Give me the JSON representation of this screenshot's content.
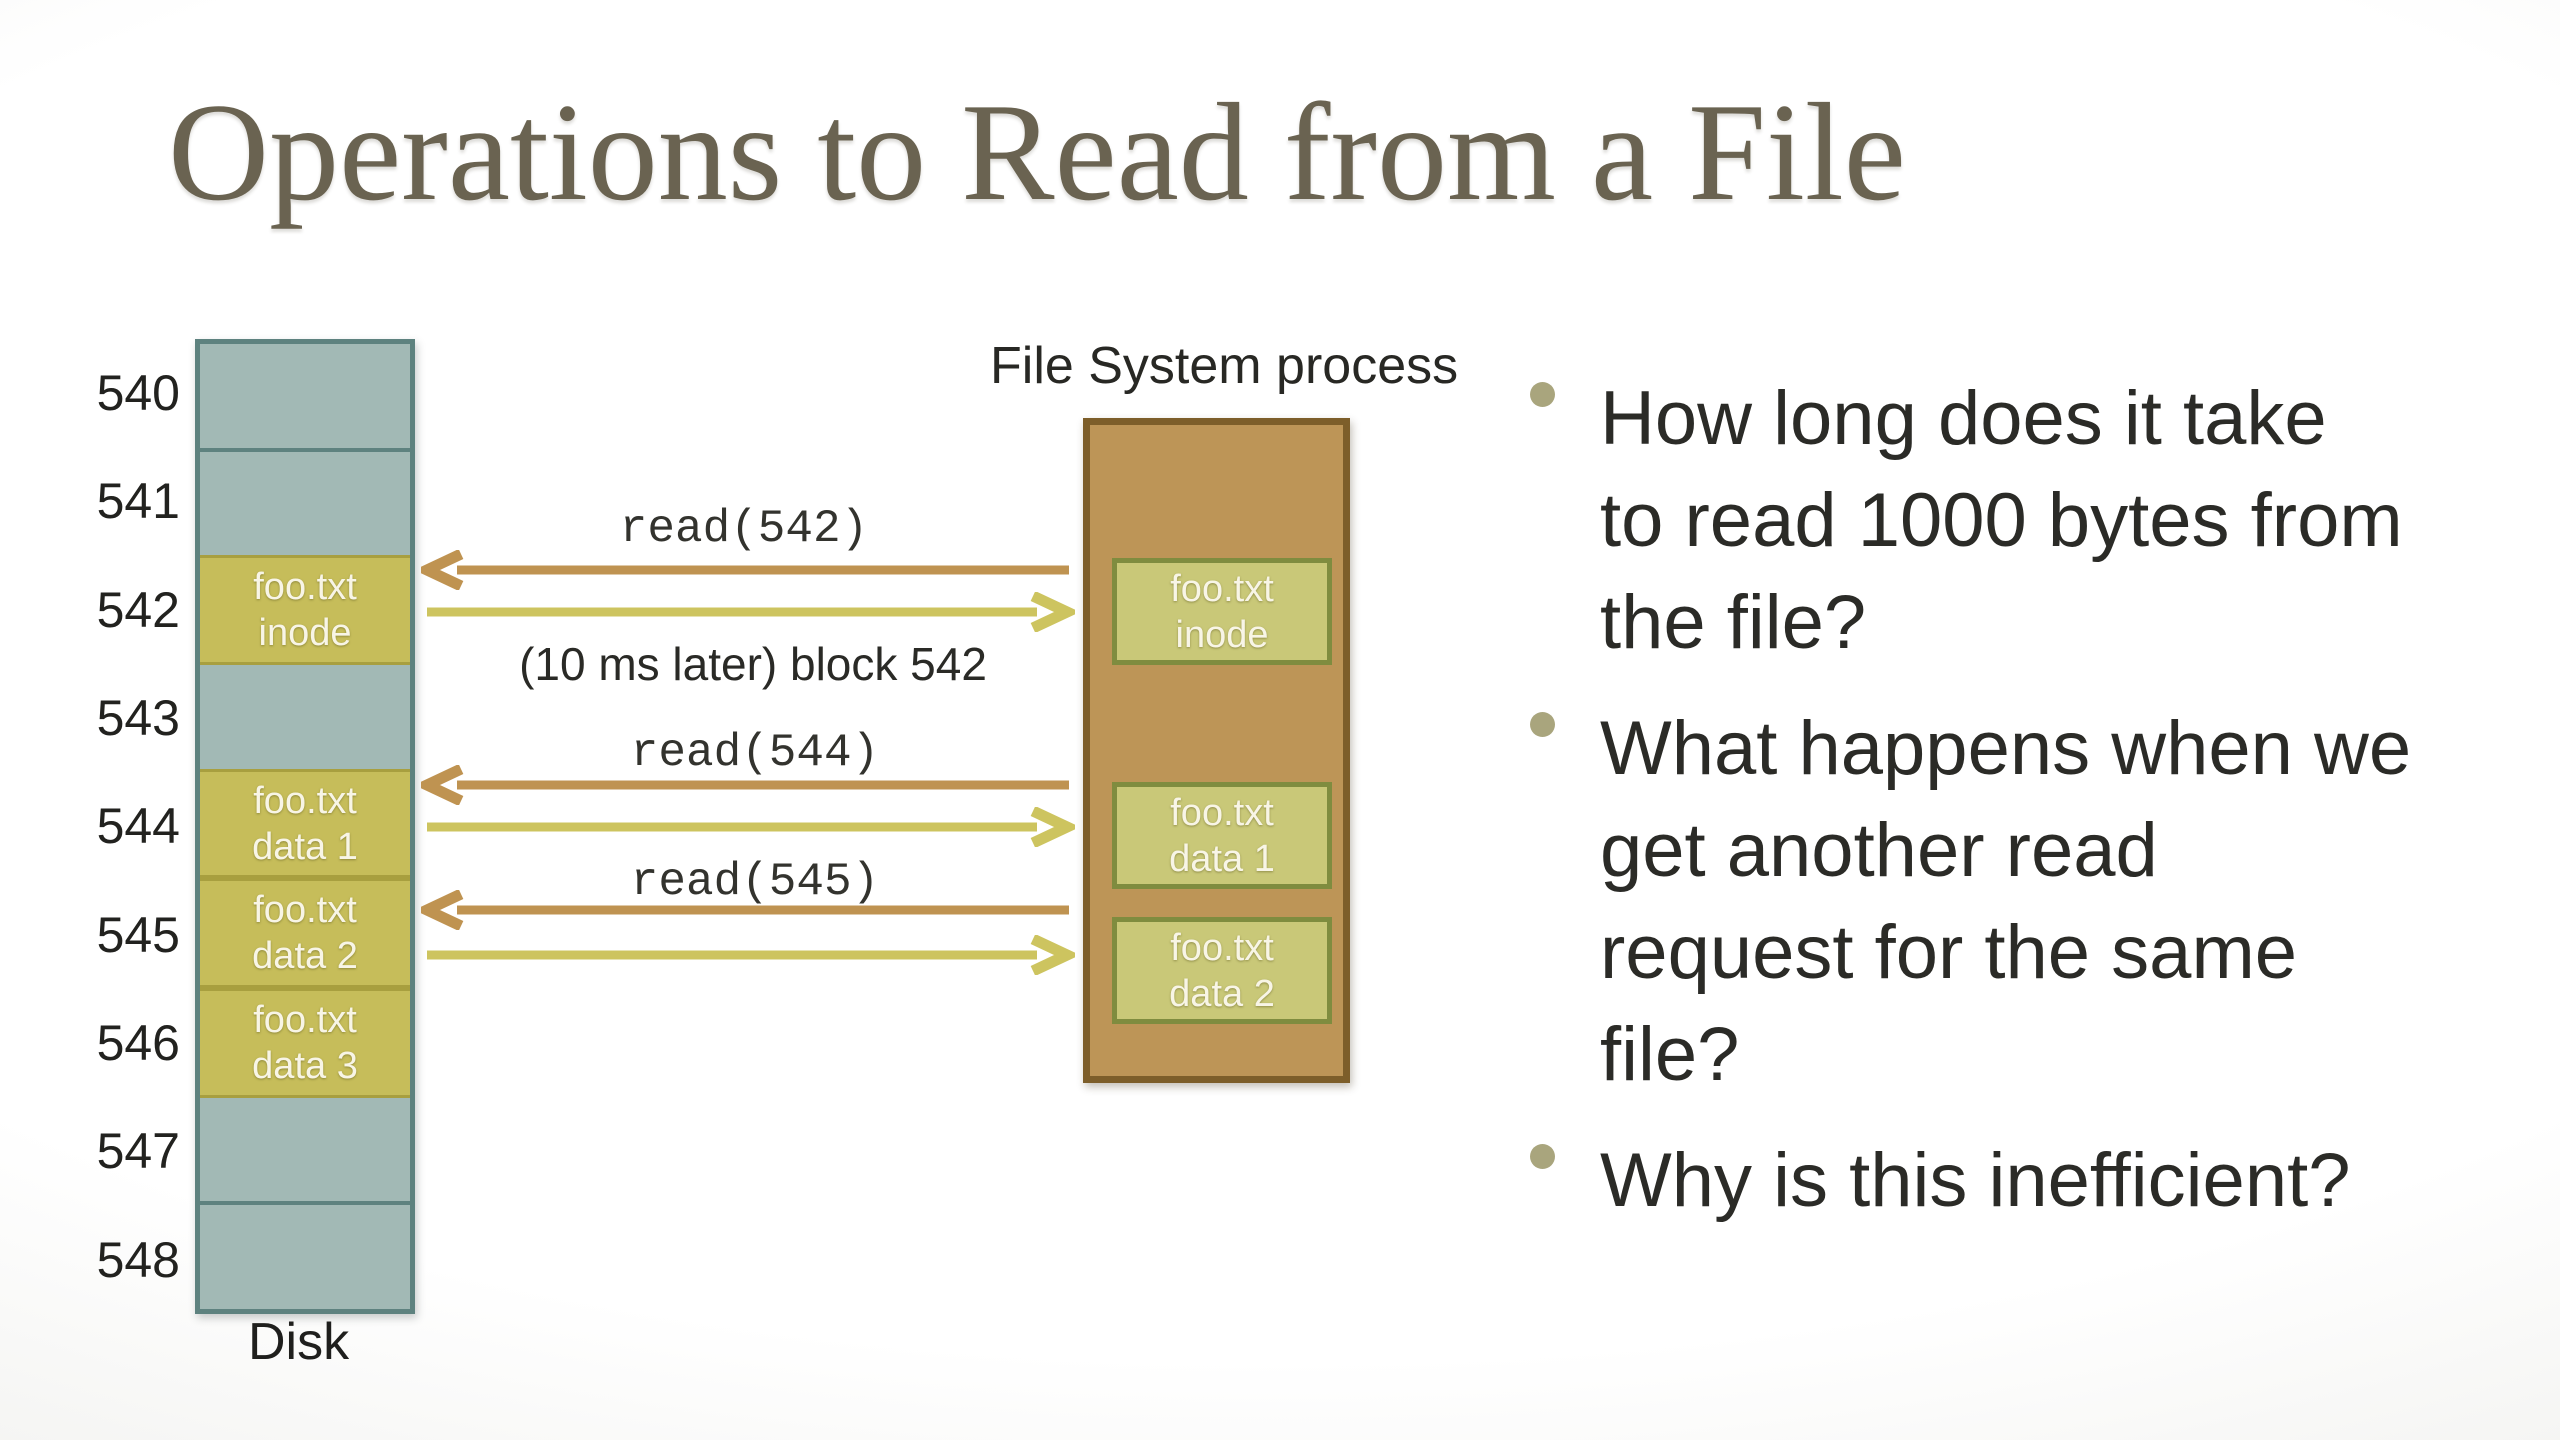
{
  "slide_title": "Operations to Read from a File",
  "disk": {
    "caption": "Disk",
    "blocks": [
      {
        "number": "540",
        "content": null
      },
      {
        "number": "541",
        "content": null
      },
      {
        "number": "542",
        "content": {
          "line1": "foo.txt",
          "line2": "inode"
        }
      },
      {
        "number": "543",
        "content": null
      },
      {
        "number": "544",
        "content": {
          "line1": "foo.txt",
          "line2": "data 1"
        }
      },
      {
        "number": "545",
        "content": {
          "line1": "foo.txt",
          "line2": "data 2"
        }
      },
      {
        "number": "546",
        "content": {
          "line1": "foo.txt",
          "line2": "data 3"
        }
      },
      {
        "number": "547",
        "content": null
      },
      {
        "number": "548",
        "content": null
      }
    ]
  },
  "file_system_process": {
    "caption": "File System process",
    "cached_blocks": [
      {
        "line1": "foo.txt",
        "line2": "inode"
      },
      {
        "line1": "foo.txt",
        "line2": "data 1"
      },
      {
        "line1": "foo.txt",
        "line2": "data 2"
      }
    ]
  },
  "messages": {
    "read_542": "read(542)",
    "block_542_reply": "(10 ms later) block 542",
    "read_544": "read(544)",
    "read_545": "read(545)"
  },
  "bullets": [
    {
      "lines": [
        "How long does it take",
        "to read 1000 bytes from",
        "the file?"
      ]
    },
    {
      "lines": [
        "What happens when we",
        "get another read",
        "request for the same",
        "file?"
      ]
    },
    {
      "lines": [
        "Why is this inefficient?"
      ]
    }
  ],
  "colors": {
    "title_text": "#6a6351",
    "body_text": "#2b2b27",
    "disk_block_fill": "#a2b9b5",
    "disk_block_border": "#5e827f",
    "file_block_fill": "#c6bd5a",
    "file_block_border": "#a89f3f",
    "process_box_fill": "#bd9557",
    "process_box_border": "#7d5e2a",
    "cache_block_fill": "#c9c878",
    "cache_block_border": "#7f8c3f",
    "request_arrow": "#bf9351",
    "reply_arrow": "#cdc45f",
    "bullet_dot": "#a9a57d"
  }
}
